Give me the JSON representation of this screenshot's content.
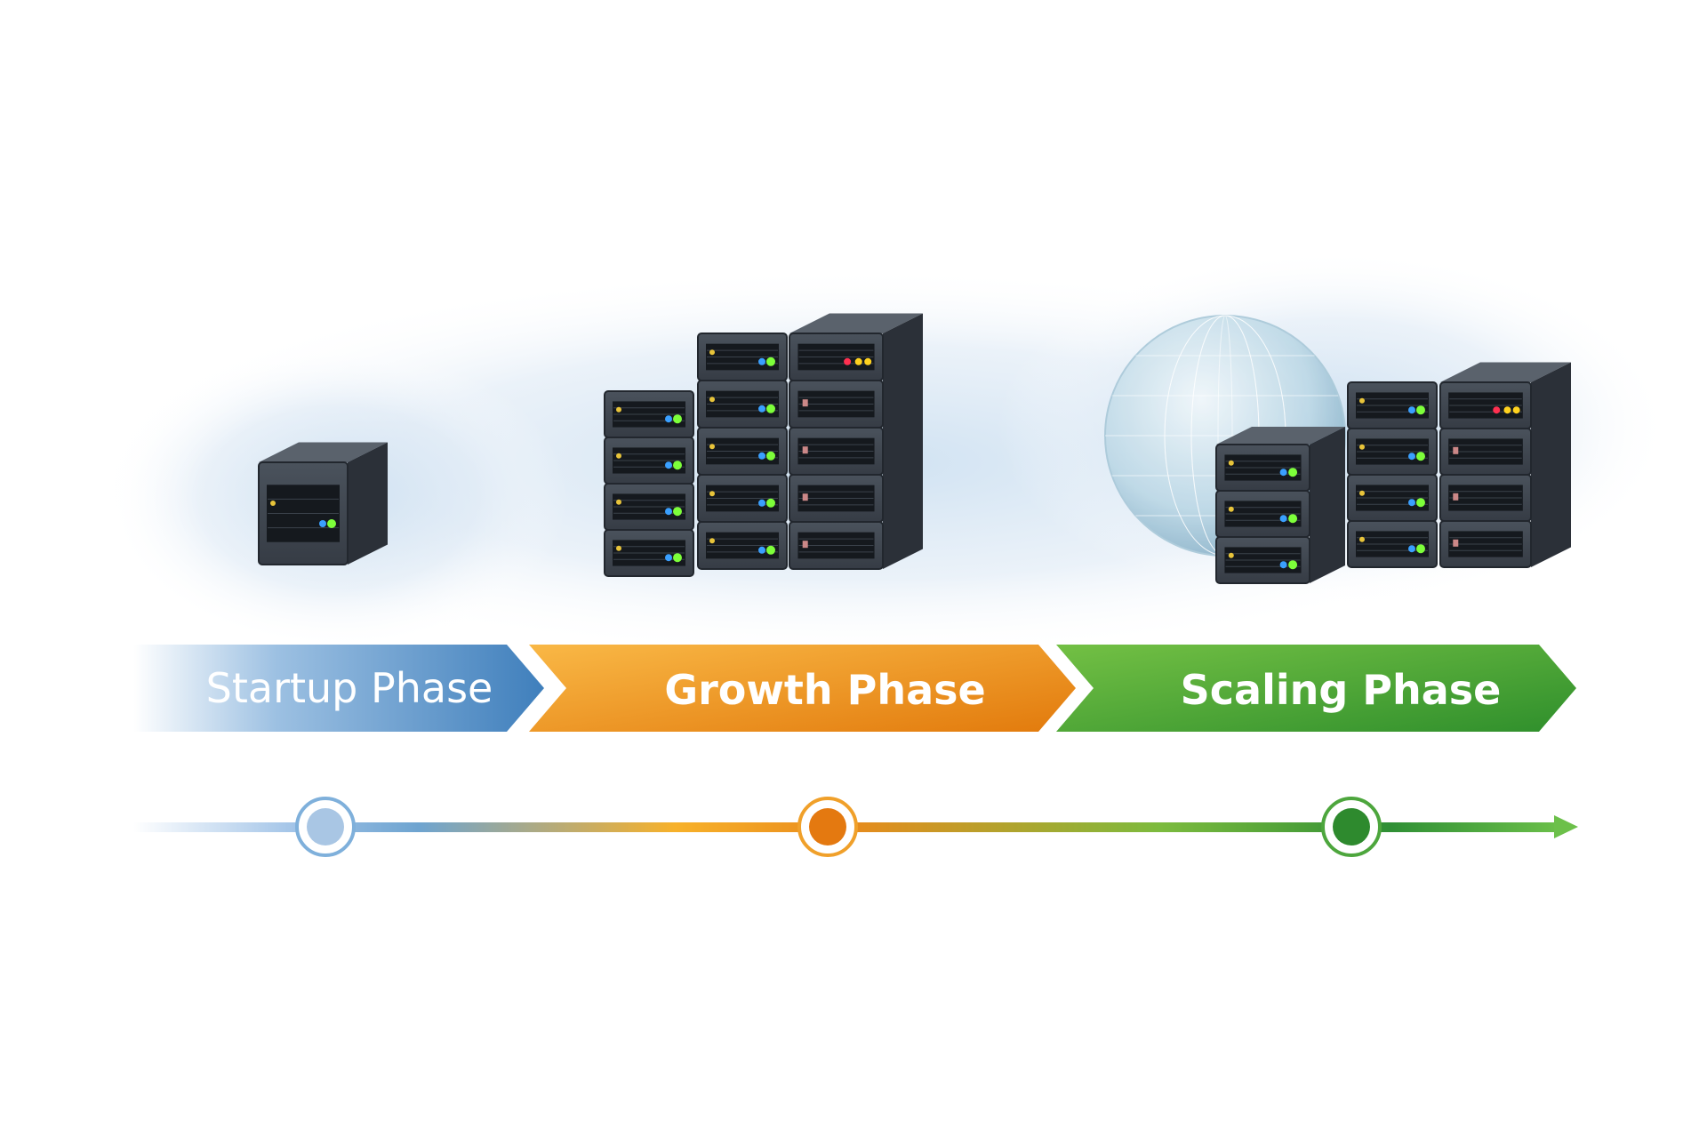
{
  "phases": [
    {
      "label": "Startup Phase",
      "color": "#4a86c0",
      "light": "#b9d3ea",
      "marker_fill": "#a9c6e4"
    },
    {
      "label": "Growth Phase",
      "color": "#e8850f",
      "light": "#f7b845",
      "marker_fill": "#e47910"
    },
    {
      "label": "Scaling Phase",
      "color": "#3e9b31",
      "light": "#6dbb46",
      "marker_fill": "#2e8a2e"
    }
  ],
  "icons": [
    "server-icon",
    "server-rack-icon",
    "globe-icon",
    "timeline-arrow-icon"
  ]
}
